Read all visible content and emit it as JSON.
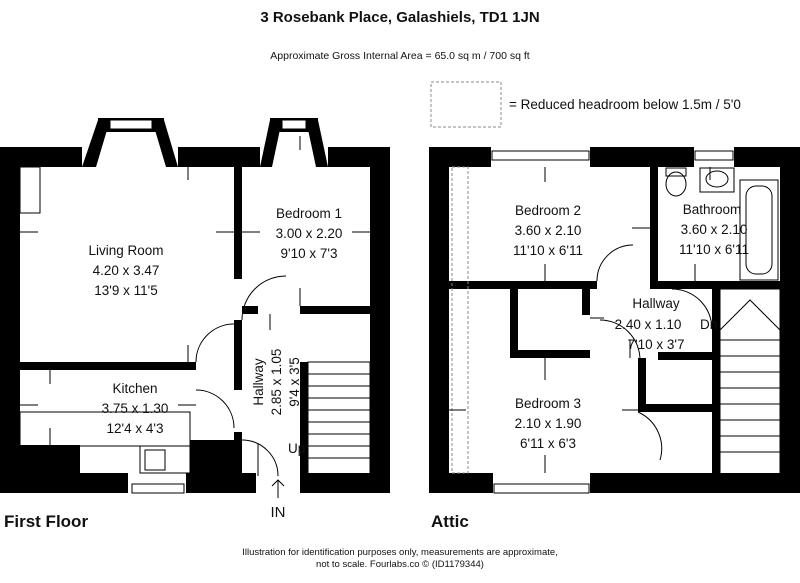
{
  "header": {
    "title": "3 Rosebank Place, Galashiels, TD1 1JN",
    "area": "Approximate Gross Internal Area = 65.0 sq m / 700 sq ft"
  },
  "legend": {
    "text": "= Reduced headroom below 1.5m / 5'0"
  },
  "first_floor": {
    "label": "First Floor",
    "entrance": "IN",
    "stairs": "Up",
    "living_room": {
      "name": "Living Room",
      "metric": "4.20 x 3.47",
      "imperial": "13'9 x 11'5"
    },
    "bedroom1": {
      "name": "Bedroom 1",
      "metric": "3.00 x 2.20",
      "imperial": "9'10 x 7'3"
    },
    "kitchen": {
      "name": "Kitchen",
      "metric": "3.75 x 1.30",
      "imperial": "12'4 x 4'3"
    },
    "hallway": {
      "name": "Hallway",
      "metric": "2.85 x 1.05",
      "imperial": "9'4 x 3'5"
    }
  },
  "attic": {
    "label": "Attic",
    "stairs": "Dn",
    "bedroom2": {
      "name": "Bedroom 2",
      "metric": "3.60 x 2.10",
      "imperial": "11'10 x 6'11"
    },
    "bathroom": {
      "name": "Bathroom",
      "metric": "3.60 x 2.10",
      "imperial": "11'10 x 6'11"
    },
    "hallway": {
      "name": "Hallway",
      "metric": "2.40 x 1.10",
      "imperial": "7'10 x 3'7"
    },
    "bedroom3": {
      "name": "Bedroom 3",
      "metric": "2.10 x 1.90",
      "imperial": "6'11 x 6'3"
    }
  },
  "footer": {
    "line1": "Illustration for identification purposes only, measurements are approximate,",
    "line2": "not to scale. Fourlabs.co © (ID1179344)"
  }
}
